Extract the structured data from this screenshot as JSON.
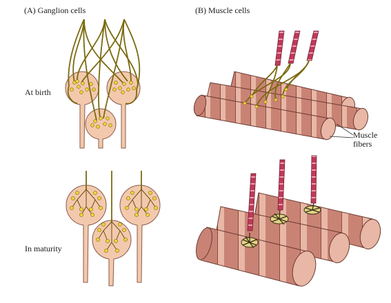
{
  "panels": {
    "a_title": "(A)  Ganglion cells",
    "b_title": "(B)  Muscle cells"
  },
  "rows": {
    "birth": "At birth",
    "maturity": "In maturity"
  },
  "callout": {
    "line1": "Muscle",
    "line2": "fibers"
  },
  "colors": {
    "cell_body": "#f3c9ad",
    "cell_outline": "#8a5a4a",
    "axon": "#7a6a10",
    "terminal": "#f2d23a",
    "muscle_fill": "#c98375",
    "muscle_band": "#e8b7a6",
    "muscle_outline": "#6a3a30",
    "motor_axon": "#c0395a"
  }
}
